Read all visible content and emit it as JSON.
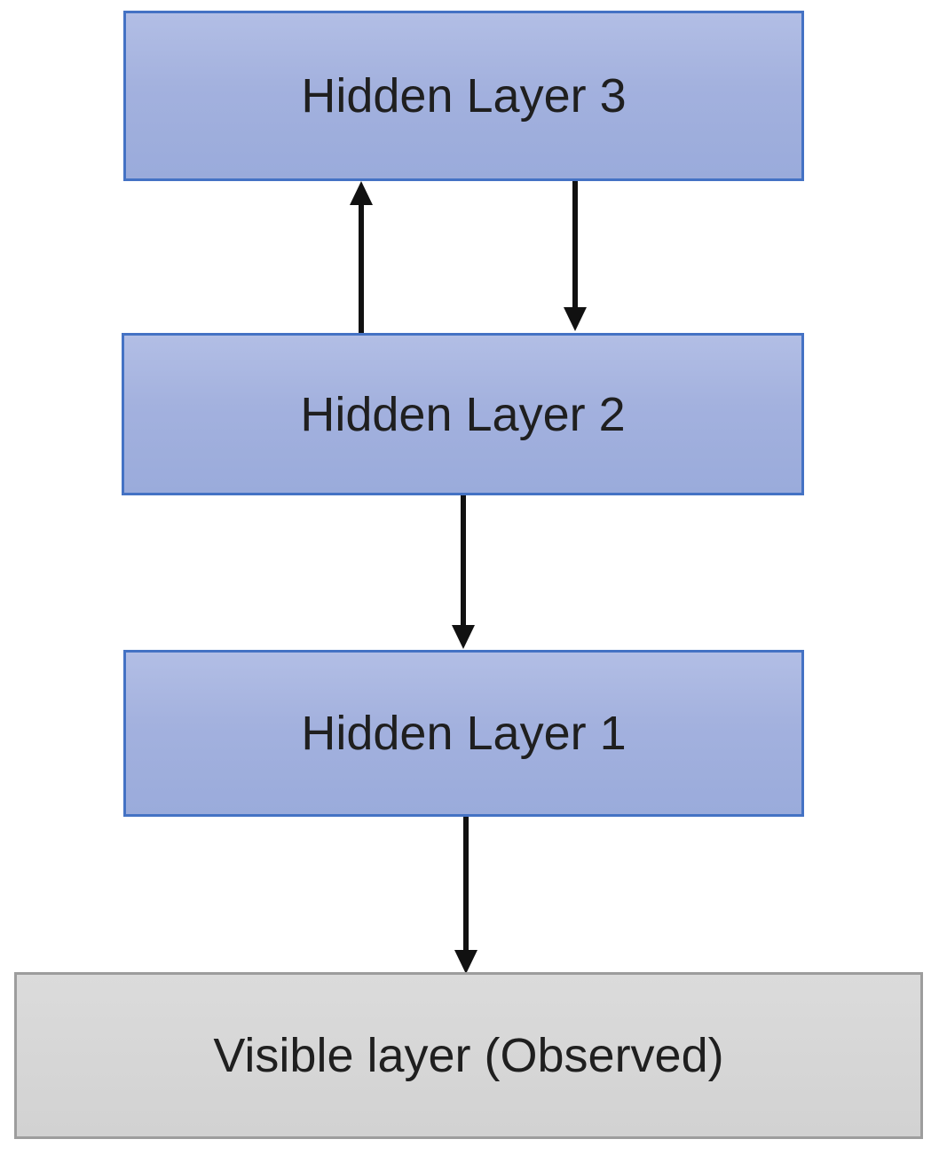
{
  "diagram": {
    "type": "layer-stack-flowchart",
    "nodes": [
      {
        "id": "hidden3",
        "label": "Hidden Layer 3",
        "kind": "hidden"
      },
      {
        "id": "hidden2",
        "label": "Hidden Layer 2",
        "kind": "hidden"
      },
      {
        "id": "hidden1",
        "label": "Hidden Layer 1",
        "kind": "hidden"
      },
      {
        "id": "visible",
        "label": "Visible layer (Observed)",
        "kind": "visible"
      }
    ],
    "edges": [
      {
        "from": "hidden2",
        "to": "hidden3",
        "direction": "up"
      },
      {
        "from": "hidden3",
        "to": "hidden2",
        "direction": "down"
      },
      {
        "from": "hidden2",
        "to": "hidden1",
        "direction": "down"
      },
      {
        "from": "hidden1",
        "to": "visible",
        "direction": "down"
      }
    ],
    "colors": {
      "hidden_fill": "#a3b1de",
      "hidden_border": "#4472c4",
      "visible_fill": "#d4d4d4",
      "visible_border": "#9d9d9d",
      "arrow": "#111111",
      "text": "#1f1f1f",
      "background": "#ffffff"
    }
  }
}
